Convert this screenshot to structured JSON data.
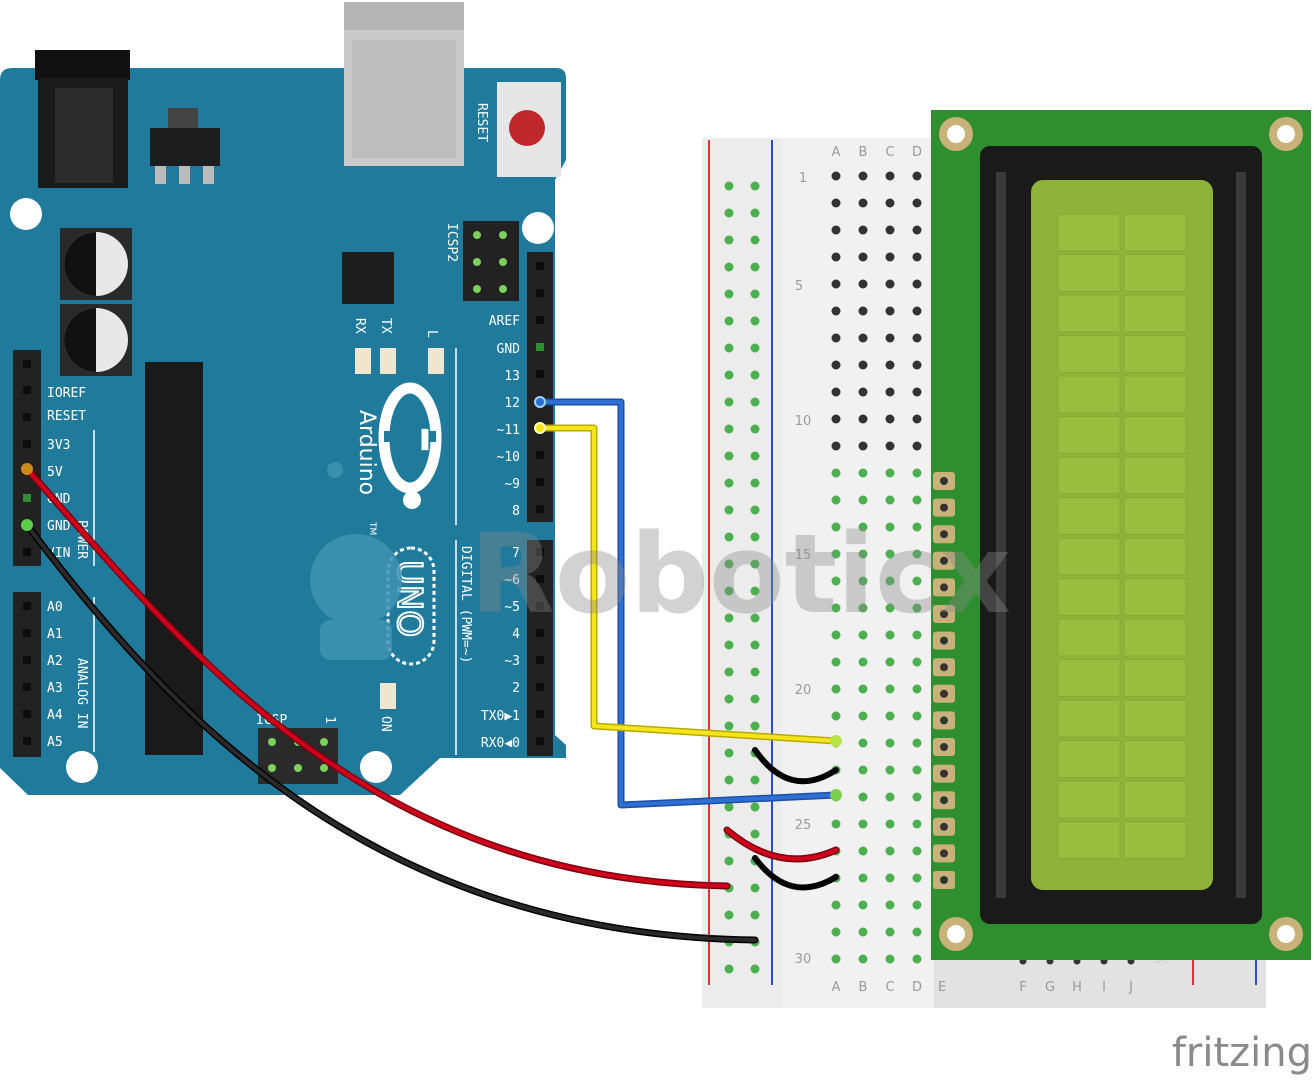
{
  "board": {
    "reset_label": "RESET",
    "icsp2_label": "ICSP2",
    "icsp_label": "ICSP",
    "icsp_pin1": "1",
    "rx_label": "RX",
    "tx_label": "TX",
    "l_label": "L",
    "on_label": "ON",
    "arduino_label": "Arduino",
    "tm": "TM",
    "uno_label": "UNO",
    "digital_label": "DIGITAL (PWM=~)",
    "power_label": "POWER",
    "analog_label": "ANALOG IN",
    "power_pins": [
      "IOREF",
      "RESET",
      "3V3",
      "5V",
      "GND",
      "GND",
      "VIN"
    ],
    "analog_pins": [
      "A0",
      "A1",
      "A2",
      "A3",
      "A4",
      "A5"
    ],
    "digital_top": [
      "AREF",
      "GND",
      "13",
      "12",
      "~11",
      "~10",
      "~9",
      "8"
    ],
    "digital_bottom": [
      "7",
      "~6",
      "~5",
      "4",
      "~3",
      "2",
      "TX0▶1",
      "RX0◀0"
    ]
  },
  "breadboard": {
    "col_labels_left": [
      "A",
      "B",
      "C",
      "D"
    ],
    "col_labels_bottom": [
      "A",
      "B",
      "C",
      "D",
      "E",
      "F",
      "G",
      "H",
      "I",
      "J"
    ],
    "row_numbers": [
      "1",
      "5",
      "10",
      "15",
      "20",
      "25",
      "30"
    ],
    "row_number_faded": "30"
  },
  "watermark": "Roboticx",
  "credit": "fritzing",
  "colors": {
    "board": "#1f7a9c",
    "wire_red": "#d0021b",
    "wire_black": "#1a1a1a",
    "wire_blue": "#2f6fd1",
    "wire_yellow": "#f5e61c",
    "lcd_pcb": "#2f8f2f",
    "lcd_screen": "#8fb33a"
  }
}
